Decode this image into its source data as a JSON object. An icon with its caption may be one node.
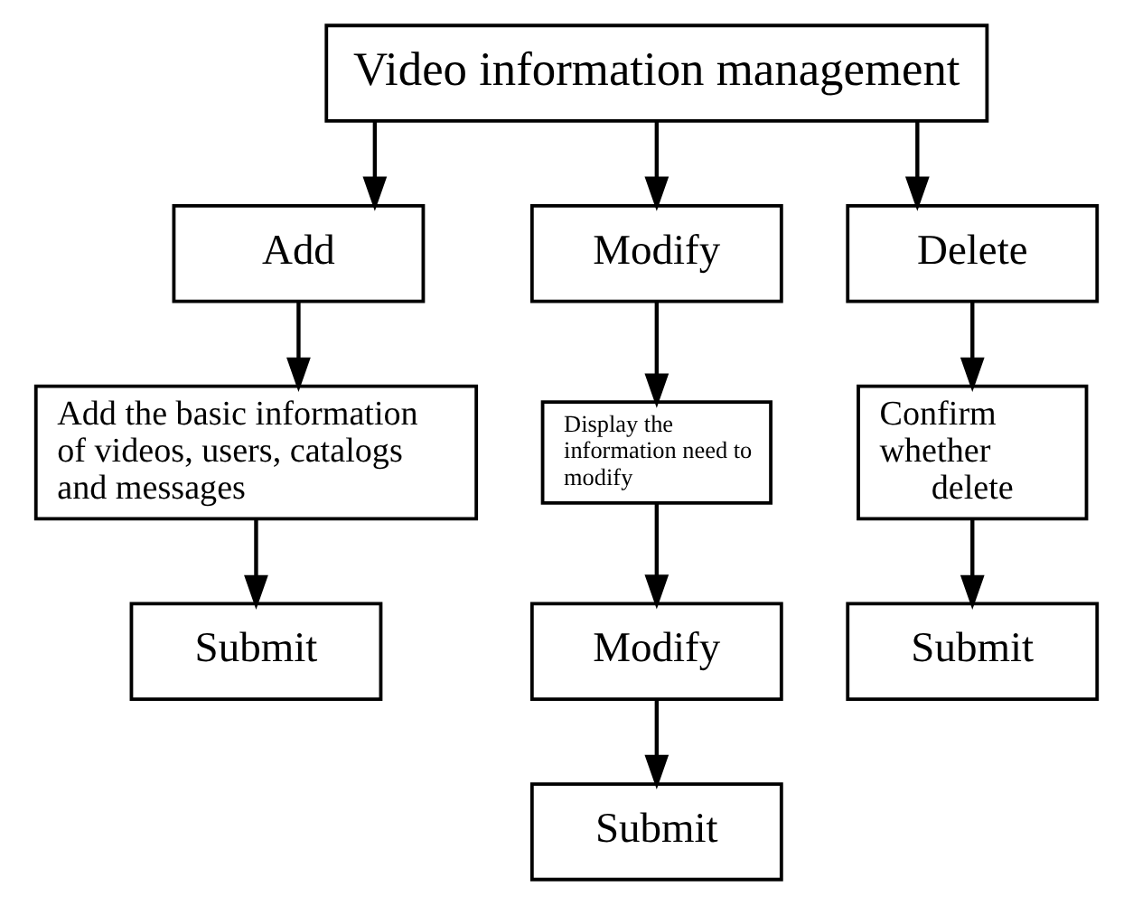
{
  "diagram": {
    "nodes": [
      {
        "text": [
          "Video information management"
        ]
      },
      {
        "text": [
          "Add"
        ]
      },
      {
        "text": [
          "Modify"
        ]
      },
      {
        "text": [
          "Delete"
        ]
      },
      {
        "text": [
          "Add the basic information of videos, users, catalogs and messages"
        ]
      },
      {
        "text": [
          "Display the information need to modify"
        ]
      },
      {
        "text": [
          "Confirm whether delete"
        ]
      },
      {
        "text": [
          "Modify"
        ]
      },
      {
        "text": [
          "Submit"
        ]
      },
      {
        "text": [
          "Submit"
        ]
      },
      {
        "text": [
          "Submit"
        ]
      }
    ],
    "edges": [
      {
        "from": 0,
        "to": 1,
        "arrow": "to"
      },
      {
        "from": 0,
        "to": 2,
        "arrow": "to"
      },
      {
        "from": 0,
        "to": 3,
        "arrow": "to"
      },
      {
        "from": 1,
        "to": 4,
        "arrow": "to"
      },
      {
        "from": 2,
        "to": 5,
        "arrow": "to"
      },
      {
        "from": 3,
        "to": 6,
        "arrow": "to"
      },
      {
        "from": 4,
        "to": 8,
        "arrow": "to"
      },
      {
        "from": 5,
        "to": 7,
        "arrow": "to"
      },
      {
        "from": 6,
        "to": 9,
        "arrow": "to"
      },
      {
        "from": 7,
        "to": 10,
        "arrow": "to"
      }
    ]
  }
}
